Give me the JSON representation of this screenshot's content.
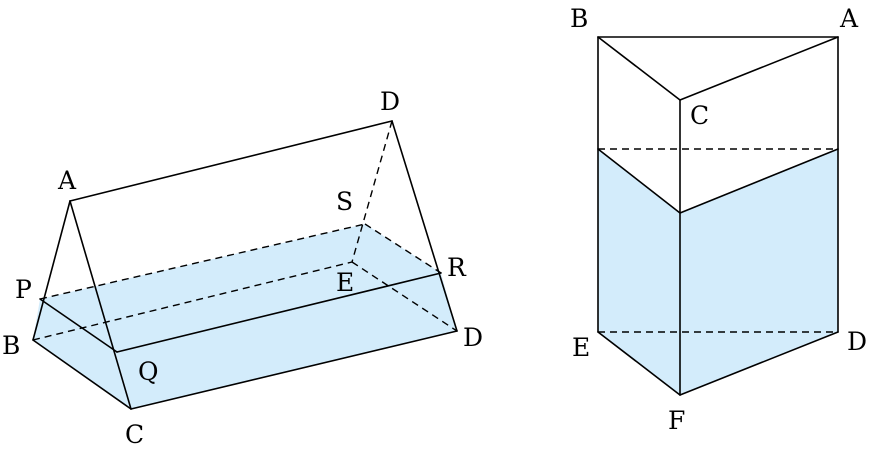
{
  "colors": {
    "water": "#d3ecfb",
    "line": "#000000",
    "background": "#ffffff"
  },
  "left_prism": {
    "labels": {
      "A": "A",
      "B": "B",
      "C": "C",
      "D_top": "D",
      "E": "E",
      "D_bottom": "D",
      "P": "P",
      "Q": "Q",
      "R": "R",
      "S": "S"
    }
  },
  "right_prism": {
    "labels": {
      "B": "B",
      "A": "A",
      "C": "C",
      "E": "E",
      "D": "D",
      "F": "F"
    }
  }
}
